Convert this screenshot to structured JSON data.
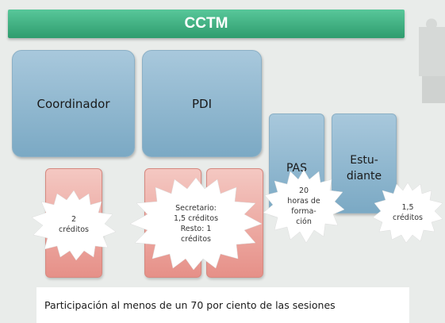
{
  "title": "CCTM",
  "boxes": {
    "coordinador": "Coordinador",
    "pdi": "PDI",
    "pas": "PAS",
    "estudiante_line1": "Estu-",
    "estudiante_line2": "diante"
  },
  "bursts": {
    "coordinador_line1": "2",
    "coordinador_line2": "créditos",
    "pdi_line1": "Secretario:",
    "pdi_line2": "1,5 créditos",
    "pdi_line3": "Resto: 1",
    "pdi_line4": "créditos",
    "pas_line1": "20",
    "pas_line2": "horas de",
    "pas_line3": "forma-",
    "pas_line4": "ción",
    "estudiante_line1": "1,5",
    "estudiante_line2": "créditos"
  },
  "footer": "Participación al menos de un 70 por ciento de las sesiones"
}
